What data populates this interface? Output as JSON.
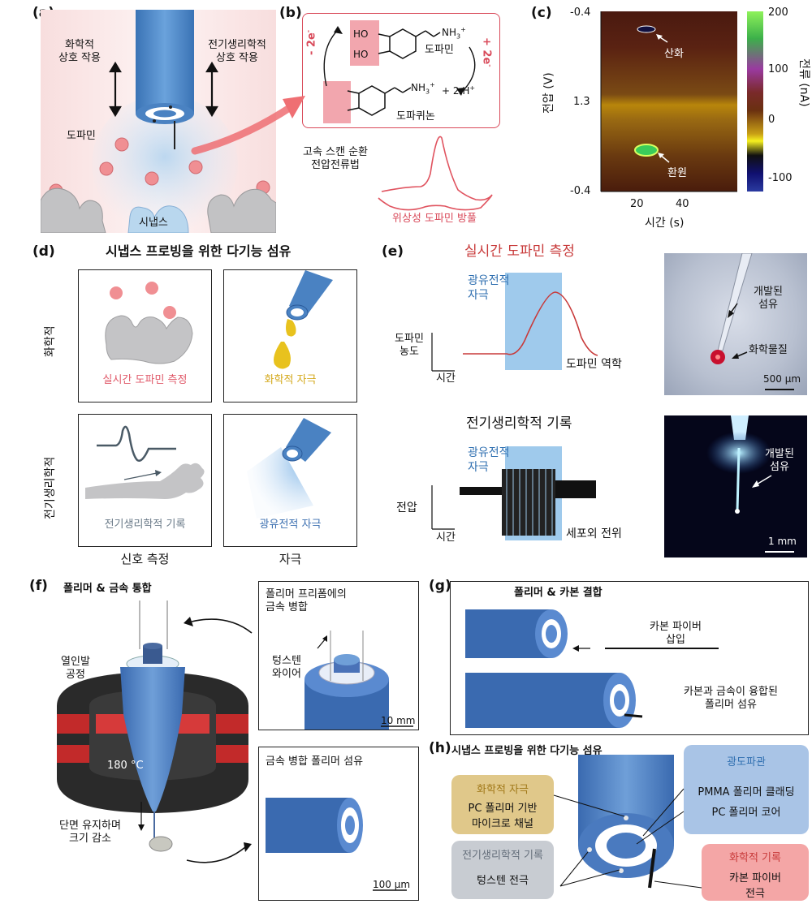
{
  "panel_labels": {
    "a": "(a)",
    "b": "(b)",
    "c": "(c)",
    "d": "(d)",
    "e": "(e)",
    "f": "(f)",
    "g": "(g)",
    "h": "(h)"
  },
  "panel_a": {
    "chemical_interaction": "화학적\n상호 작용",
    "electrophysiological_interaction": "전기생리학적\n상호 작용",
    "dopamine": "도파민",
    "synapse": "시냅스"
  },
  "panel_b": {
    "ho_top": "HO",
    "ho_bottom": "HO",
    "nh3_top": "NH",
    "nh3_bottom": "NH",
    "nh_sub": "3",
    "nh_sup": "+",
    "dopamine": "도파민",
    "dopaquinone": "도파퀴논",
    "minus_2e": "- 2e",
    "plus_2e": "+ 2e",
    "electron_sup": "-",
    "plus_2h": "+ 2 H",
    "h_sup": "+",
    "fscv": "고속 스캔 순환\n전압전류법",
    "phasic_release": "위상성 도파민 방풀",
    "red_accent": "#d94a5a",
    "highlight_color": "#f2a6ae"
  },
  "panel_c": {
    "y_ticks": [
      "-0.4",
      "1.3",
      "-0.4"
    ],
    "ylabel": "전압 (V)",
    "x_ticks": [
      "20",
      "40"
    ],
    "xlabel": "시간 (s)",
    "oxidation": "산화",
    "reduction": "환원",
    "colorbar_ticks": [
      "200",
      "100",
      "0",
      "-100"
    ],
    "colorbar_label": "전류 (nA)"
  },
  "panel_d": {
    "title": "시냅스 프로빙을 위한 다기능 섬유",
    "row_chemical": "화학적",
    "row_electro": "전기생리학적",
    "cell_realtime_dopamine": "실시간 도파민 측정",
    "cell_chemical_stim": "화학적 자극",
    "cell_electro_record": "전기생리학적 기록",
    "cell_opto_stim": "광유전적 자극",
    "col_signal": "신호 측정",
    "col_stim": "자극",
    "pink_color": "#e05a6a",
    "gold_color": "#e0b520",
    "blue_color": "#3b6fb0"
  },
  "panel_e": {
    "title_dopamine": "실시간 도파민 측정",
    "opto_stim_1": "광유전적\n자극",
    "dopamine_conc": "도파민\n농도",
    "time_1": "시간",
    "dopamine_kinetics": "도파민 역학",
    "developed_fiber_1": "개발된\n섬유",
    "chemical": "화학물질",
    "scale_500um": "500 µm",
    "title_electro": "전기생리학적 기록",
    "opto_stim_2": "광유전적\n자극",
    "voltage": "전압",
    "time_2": "시간",
    "extracellular": "세포외 전위",
    "developed_fiber_2": "개발된\n섬유",
    "scale_1mm": "1 mm"
  },
  "panel_f": {
    "title": "폴리머 & 금속 통합",
    "thermal_drawing": "열인발\n공정",
    "temperature": "180 °C",
    "size_reduce": "단면 유지하며\n크기 감소",
    "preform_title": "폴리머 프리폼에의\n금속 병합",
    "tungsten_wire": "텅스텐\n와이어",
    "scale_10mm": "10 mm",
    "fiber_title": "금속 병합 폴리머 섬유",
    "scale_100um": "100 µm"
  },
  "panel_g": {
    "title": "폴리머 & 카본 결합",
    "carbon_insert": "카본 파이버\n삽입",
    "fused_fiber": "카본과 금속이 융합된\n폴리머 섬유"
  },
  "panel_h": {
    "title": "시냅스 프로빙을 위한 다기능 섬유",
    "chem_stim": "화학적 자극",
    "pc_channel": "PC 폴리머 기반\n마이크로 채널",
    "electro_record": "전기생리학적 기록",
    "tungsten_electrode": "텅스텐 전극",
    "waveguide": "광도파관",
    "pmma_cladding": "PMMA 폴리머 클래딩",
    "pc_core": "PC 폴리머 코어",
    "chem_record": "화학적 기록",
    "carbon_electrode": "카본 파이버\n전극"
  }
}
